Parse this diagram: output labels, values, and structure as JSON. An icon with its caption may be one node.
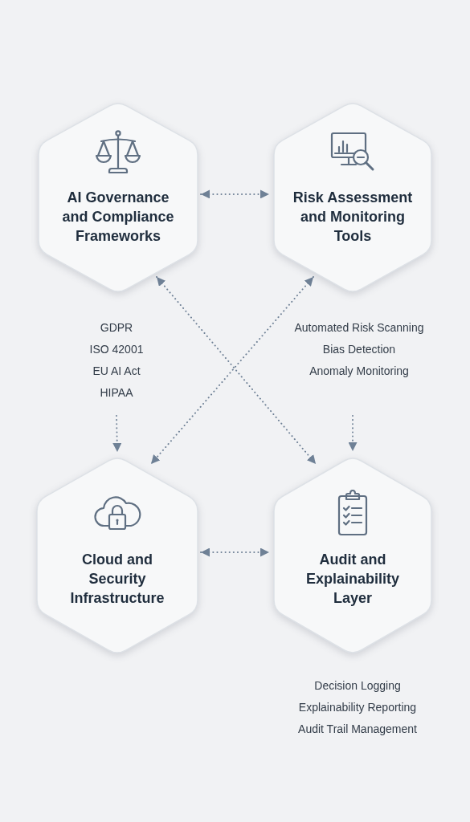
{
  "diagram": {
    "nodes": [
      {
        "text": [
          "AI Governance and Compliance Frameworks"
        ]
      },
      {
        "text": [
          "Risk Assessment and Monitoring Tools"
        ]
      },
      {
        "text": [
          "GDPR",
          "ISO 42001",
          "EU AI Act",
          "HIPAA"
        ]
      },
      {
        "text": [
          "Automated Risk Scanning",
          "Bias Detection",
          "Anomaly Monitoring"
        ]
      },
      {
        "text": [
          "Cloud and Security Infrastructure"
        ]
      },
      {
        "text": [
          "Audit and Explainability Layer"
        ],
        "beside": [
          "Decision Logging",
          "Explainability Reporting",
          "Audit Trail Management"
        ]
      }
    ],
    "edges": [
      {
        "from": 0,
        "to": 1,
        "arrow": "both",
        "style": "dashed"
      },
      {
        "from": 0,
        "to": 5,
        "arrow": "both",
        "style": "dashed"
      },
      {
        "from": 1,
        "to": 4,
        "arrow": "both",
        "style": "dashed"
      },
      {
        "from": 2,
        "to": 4,
        "arrow": "to",
        "style": "dashed"
      },
      {
        "from": 3,
        "to": 5,
        "arrow": "to",
        "style": "dashed"
      },
      {
        "from": 4,
        "to": 5,
        "arrow": "both",
        "style": "dashed"
      }
    ]
  }
}
